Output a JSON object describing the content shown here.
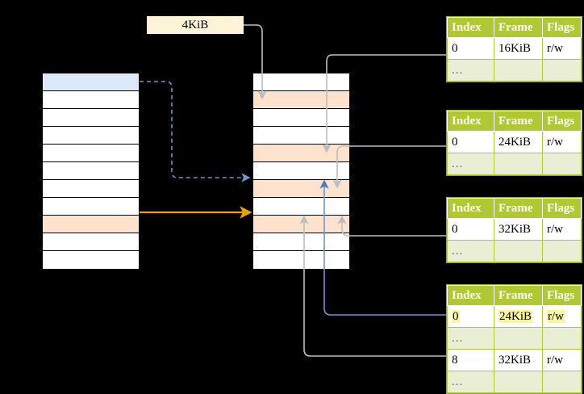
{
  "diagram": {
    "title_label": "4KiB",
    "colors": {
      "header_green": "#afc833",
      "table_border_green": "#8fae2a",
      "ellipsis_row": "#e9eed5",
      "highlight_yellow": "#fcf6a0",
      "label_bg": "#fdf3d7",
      "cell_blue": "#dce9f9",
      "cell_peach": "#fde3cd",
      "arrow_orange": "#e8a300",
      "arrow_blue": "#5b84c4",
      "arrow_gray": "#bdbdbd",
      "background": "#000000"
    },
    "virtual_column": {
      "name": "virtual-address-space",
      "cells": [
        {
          "fill": "blue"
        },
        {
          "fill": "white"
        },
        {
          "fill": "white"
        },
        {
          "fill": "white"
        },
        {
          "fill": "white"
        },
        {
          "fill": "white"
        },
        {
          "fill": "white"
        },
        {
          "fill": "white"
        },
        {
          "fill": "peach"
        },
        {
          "fill": "white"
        },
        {
          "fill": "white"
        }
      ]
    },
    "physical_column": {
      "name": "physical-memory",
      "cells": [
        {
          "fill": "white"
        },
        {
          "fill": "peach"
        },
        {
          "fill": "white"
        },
        {
          "fill": "white"
        },
        {
          "fill": "peach"
        },
        {
          "fill": "white"
        },
        {
          "fill": "peach"
        },
        {
          "fill": "white"
        },
        {
          "fill": "peach"
        },
        {
          "fill": "white"
        },
        {
          "fill": "white"
        }
      ]
    },
    "tables": [
      {
        "name": "page-table-level-1",
        "headers": [
          "Index",
          "Frame",
          "Flags"
        ],
        "rows": [
          {
            "type": "data",
            "cells": [
              "0",
              "16KiB",
              "r/w"
            ],
            "highlight": false
          },
          {
            "type": "ellipsis",
            "cells": [
              "...",
              "",
              ""
            ],
            "highlight": false
          }
        ]
      },
      {
        "name": "page-table-level-2",
        "headers": [
          "Index",
          "Frame",
          "Flags"
        ],
        "rows": [
          {
            "type": "data",
            "cells": [
              "0",
              "24KiB",
              "r/w"
            ],
            "highlight": false
          },
          {
            "type": "ellipsis",
            "cells": [
              "...",
              "",
              ""
            ],
            "highlight": false
          }
        ]
      },
      {
        "name": "page-table-level-3",
        "headers": [
          "Index",
          "Frame",
          "Flags"
        ],
        "rows": [
          {
            "type": "data",
            "cells": [
              "0",
              "32KiB",
              "r/w"
            ],
            "highlight": false
          },
          {
            "type": "ellipsis",
            "cells": [
              "...",
              "",
              ""
            ],
            "highlight": false
          }
        ]
      },
      {
        "name": "page-table-level-4",
        "headers": [
          "Index",
          "Frame",
          "Flags"
        ],
        "rows": [
          {
            "type": "data",
            "cells": [
              "0",
              "24KiB",
              "r/w"
            ],
            "highlight": true
          },
          {
            "type": "ellipsis",
            "cells": [
              "...",
              "",
              ""
            ],
            "highlight": false
          },
          {
            "type": "data",
            "cells": [
              "8",
              "32KiB",
              "r/w"
            ],
            "highlight": false
          },
          {
            "type": "ellipsis",
            "cells": [
              "...",
              "",
              ""
            ],
            "highlight": false
          }
        ]
      }
    ]
  }
}
